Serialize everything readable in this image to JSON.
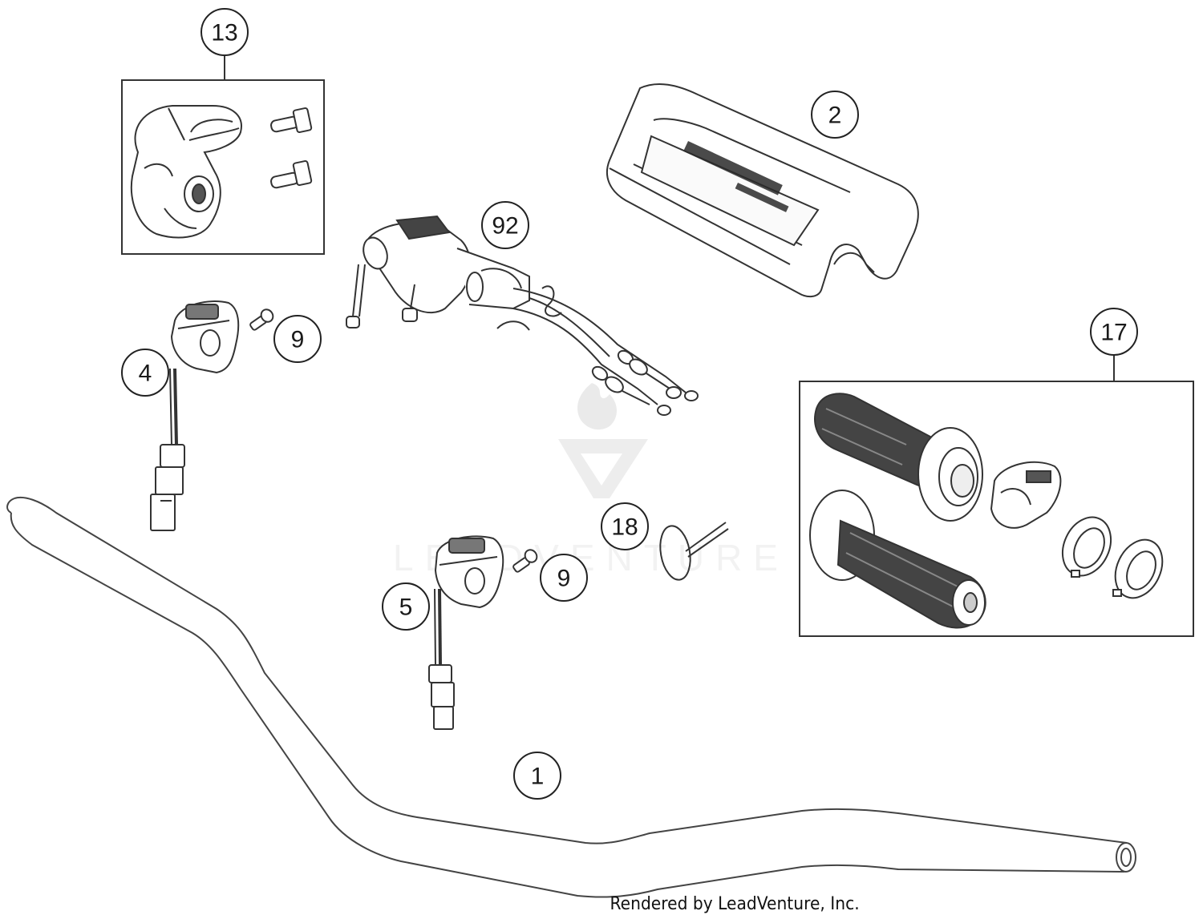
{
  "callouts": [
    {
      "id": "callout-13",
      "label": "13"
    },
    {
      "id": "callout-2",
      "label": "2"
    },
    {
      "id": "callout-92",
      "label": "92"
    },
    {
      "id": "callout-9a",
      "label": "9"
    },
    {
      "id": "callout-4",
      "label": "4"
    },
    {
      "id": "callout-17",
      "label": "17"
    },
    {
      "id": "callout-18",
      "label": "18"
    },
    {
      "id": "callout-5",
      "label": "5"
    },
    {
      "id": "callout-9b",
      "label": "9"
    },
    {
      "id": "callout-1",
      "label": "1"
    }
  ],
  "watermark": {
    "text": "LEADVENTURE"
  },
  "footer": {
    "text": "Rendered by LeadVenture, Inc."
  },
  "colors": {
    "line": "#333333",
    "fill": "#ffffff",
    "dark": "#2a2a2a",
    "grey": "#9a9a9a"
  }
}
